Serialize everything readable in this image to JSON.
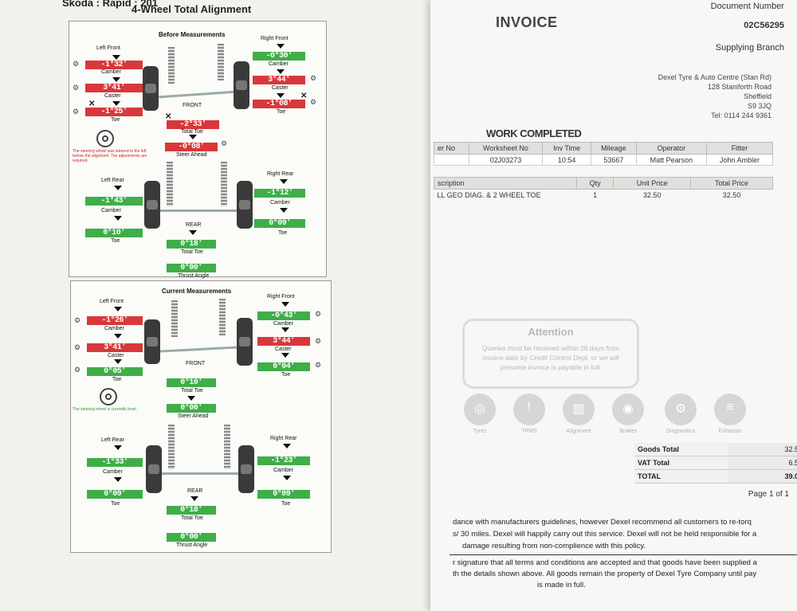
{
  "left_sheet": {
    "header": {
      "vehicle": "Skoda : Rapid : 201",
      "title": "4-Wheel Total Alignment"
    },
    "before": {
      "title": "Before Measurements",
      "front_left": "Left Front",
      "front_right": "Right Front",
      "camber": "Camber",
      "caster": "Caster",
      "toe": "Toe",
      "front": "FRONT",
      "total_toe": "Total Toe",
      "steer_ahead": "Steer Ahead",
      "rear_left": "Left Rear",
      "rear_right": "Right Rear",
      "rear": "REAR",
      "thrust_angle": "Thrust Angle",
      "note": "The steering wheel was steered to the left before the alignment. Toe adjustments are required.",
      "values": {
        "lf_camber": "-1°32'",
        "lf_caster": "3°41'",
        "lf_toe": "-1°25'",
        "rf_camber": "-0°30'",
        "rf_caster": "3°44'",
        "rf_toe": "-1°08'",
        "front_total_toe": "-2°33'",
        "steer_ahead": "-0°08'",
        "lr_camber": "-1°43'",
        "lr_toe": "0°10'",
        "rr_camber": "-1°12'",
        "rr_toe": "0°09'",
        "rear_total_toe": "0°18'",
        "thrust_angle": "0°00'"
      }
    },
    "current": {
      "title": "Current Measurements",
      "front_left": "Left Front",
      "front_right": "Right Front",
      "camber": "Camber",
      "caster": "Caster",
      "toe": "Toe",
      "front": "FRONT",
      "total_toe": "Total Toe",
      "steer_ahead": "Steer Ahead",
      "rear_left": "Left Rear",
      "rear_right": "Right Rear",
      "rear": "REAR",
      "thrust_angle": "Thrust Angle",
      "note": "The steering wheel is currently level.",
      "values": {
        "lf_camber": "-1°26'",
        "lf_caster": "3°41'",
        "lf_toe": "0°05'",
        "rf_camber": "-0°43'",
        "rf_caster": "3°44'",
        "rf_toe": "0°04'",
        "front_total_toe": "0°10'",
        "steer_ahead": "0°00'",
        "lr_camber": "-1°33'",
        "lr_toe": "0°09'",
        "rr_camber": "-1°23'",
        "rr_toe": "0°09'",
        "rear_total_toe": "0°18'",
        "thrust_angle": "0°00'"
      }
    },
    "colors": {
      "out_of_spec": "#d8383a",
      "in_spec": "#3fae49"
    }
  },
  "invoice": {
    "title": "INVOICE",
    "document_number_label": "Document Number",
    "document_number": "02C56295",
    "supplying_branch_label": "Supplying Branch",
    "address": [
      "Dexel Tyre & Auto Centre (Stan Rd)",
      "128 Staniforth Road",
      "Sheffield",
      "S9 3JQ",
      "Tel: 0114 244 9361"
    ],
    "work_completed_label": "WORK COMPLETED",
    "work_table": {
      "headers": [
        "er No",
        "Worksheet No",
        "Inv Time",
        "Mileage",
        "Operator",
        "Fitter"
      ],
      "row": [
        "",
        "02J03273",
        "10:54",
        "53667",
        "Matt Pearson",
        "John Ambler"
      ]
    },
    "lines_table": {
      "headers": [
        "scription",
        "Qty",
        "Unit Price",
        "Total Price"
      ],
      "row": [
        "LL GEO DIAG. & 2 WHEEL TOE",
        "1",
        "32.50",
        "32.50"
      ]
    },
    "attention": {
      "title": "Attention",
      "text": "Queries must be received within 28 days from invoice date by Credit Control Dept. or we will presume invoice is payable in full."
    },
    "services": [
      "Tyres",
      "TPMS",
      "Alignment",
      "Brakes",
      "Diagnostics",
      "Exhausts"
    ],
    "totals": [
      {
        "label": "Goods Total",
        "value": "32.5"
      },
      {
        "label": "VAT Total",
        "value": "6.5"
      },
      {
        "label": "TOTAL",
        "value": "39.0"
      }
    ],
    "page_of": "Page 1 of 1",
    "footer": [
      "dance with manufacturers guidelines, however Dexel recommend all customers to re-torq",
      "s/ 30 miles. Dexel will happily carry out this service. Dexel will not be held responsible for a",
      "damage resulting from non-complience with this policy.",
      "r signature that all terms and conditions are accepted and that goods have been supplied a",
      "th the details shown above. All goods remain the property of Dexel Tyre Company until pay",
      "is made in full."
    ]
  }
}
